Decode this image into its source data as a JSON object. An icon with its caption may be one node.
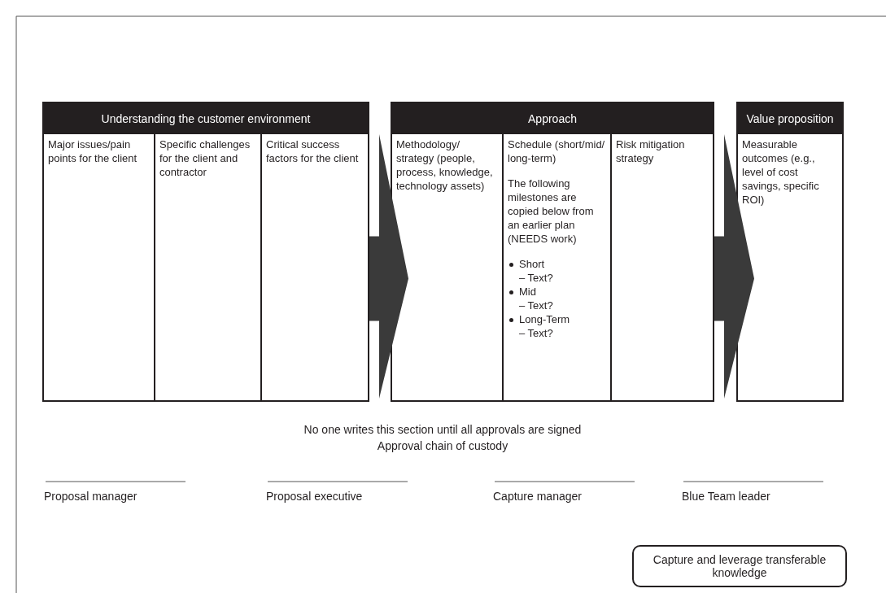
{
  "diagram": {
    "nodes": [
      {
        "text": [
          "Understanding the customer environment"
        ]
      },
      {
        "text": [
          "Major issues/pain points for the client"
        ],
        "in": 0
      },
      {
        "text": [
          "Specific challenges for the client and contractor"
        ],
        "in": 0
      },
      {
        "text": [
          "Critical success factors for the client"
        ],
        "in": 0
      },
      {
        "text": [
          "Approach"
        ]
      },
      {
        "text": [
          "Methodology/ strategy (people, process, knowledge, technology assets)"
        ],
        "in": 4
      },
      {
        "text": [
          "Schedule (short/mid/ long-term)",
          "The following milestones are copied below from an earlier plan (NEEDS work)",
          "Short",
          "– Text?",
          "Mid",
          "– Text?",
          "Long-Term",
          "– Text?"
        ],
        "in": 4
      },
      {
        "text": [
          "Risk mitigation strategy"
        ],
        "in": 4
      },
      {
        "text": [
          "Value proposition"
        ]
      },
      {
        "text": [
          "Measurable outcomes (e.g., level of cost savings, specific ROI)"
        ],
        "in": 8
      },
      {
        "text": [
          "Capture and leverage transferable knowledge"
        ]
      }
    ],
    "edges": [
      {
        "from": 0,
        "to": 4,
        "arrow": "to"
      },
      {
        "from": 4,
        "to": 8,
        "arrow": "to"
      }
    ],
    "labels": [
      "No one writes this section until all approvals are signed",
      "Approval chain of custody",
      "Proposal manager",
      "Proposal executive",
      "Capture manager",
      "Blue Team leader"
    ]
  }
}
